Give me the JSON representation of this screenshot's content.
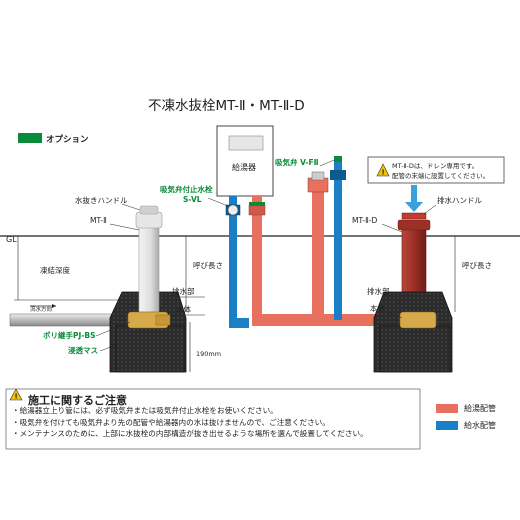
{
  "title": "不凍水抜栓MT-Ⅱ・MT-Ⅱ-D",
  "option_legend": "オプション",
  "water_heater": "給湯器",
  "labels": {
    "drain_handle_left": "水抜きハンドル",
    "mt2": "MT-Ⅱ",
    "gl": "GL",
    "frost_depth": "凍結深度",
    "flow_direction": "流水方向",
    "adapter": "ポリ継手PJ-BS",
    "seepage": "浸透マス",
    "intake_valve_attached_line1": "吸気弁付止水栓",
    "intake_valve_attached_line2": "S-VL",
    "intake_valve_line": "吸気弁 V-FⅡ",
    "nominal_length_left": "呼び長さ",
    "drain_part_left": "排水部",
    "body_left": "本体",
    "depth_190": "190mm",
    "mt2d": "MT-Ⅱ-D",
    "drain_handle_right": "排水ハンドル",
    "nominal_length_right": "呼び長さ",
    "drain_part_right": "排水部",
    "body_right": "本体"
  },
  "callout": {
    "line1": "MT-Ⅱ-Dは、ドレン専用です。",
    "line2": "配管の末端に設置してください。"
  },
  "notice": {
    "title": "施工に関するご注意",
    "items": [
      "・給湯器立上り管には、必ず吸気弁または吸気弁付止水栓をお使いください。",
      "・吸気弁を付けても吸気弁より先の配管や給湯器内の水は抜けませんので、ご注意ください。",
      "・メンテナンスのために、上部に水抜栓の内部構造が抜き出せるような場所を選んで設置してください。"
    ]
  },
  "legend": {
    "hot": "給湯配管",
    "cold": "給水配管"
  },
  "colors": {
    "hot_pipe": "#e8705f",
    "cold_pipe": "#1a7fc4",
    "option_green": "#0a8a3a",
    "dark_red": "#9c2f26",
    "box_dark": "#2b2b2b"
  }
}
